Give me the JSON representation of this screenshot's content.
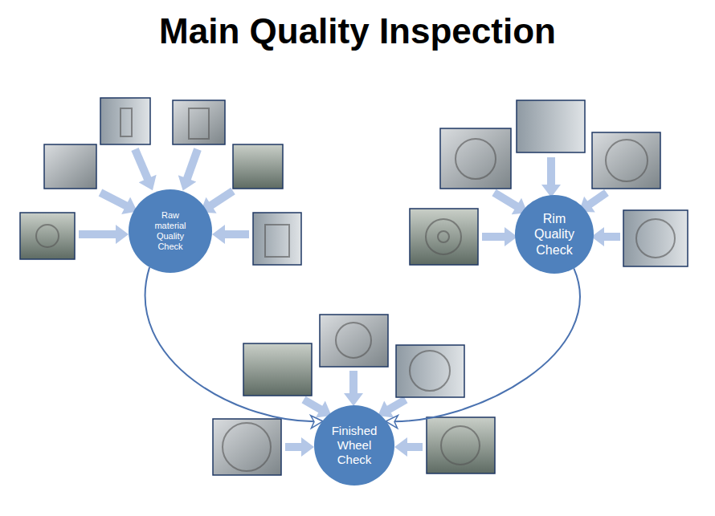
{
  "diagram": {
    "title": "Main Quality Inspection",
    "nodes": [
      {
        "text": [
          "Raw material Quality Check"
        ]
      },
      {
        "text": [
          "Rim Quality Check"
        ]
      },
      {
        "text": [
          "Finished Wheel Check"
        ]
      }
    ],
    "edges": [
      {
        "from": 0,
        "to": 2,
        "arrow": "to"
      },
      {
        "from": 1,
        "to": 2,
        "arrow": "to"
      }
    ]
  }
}
